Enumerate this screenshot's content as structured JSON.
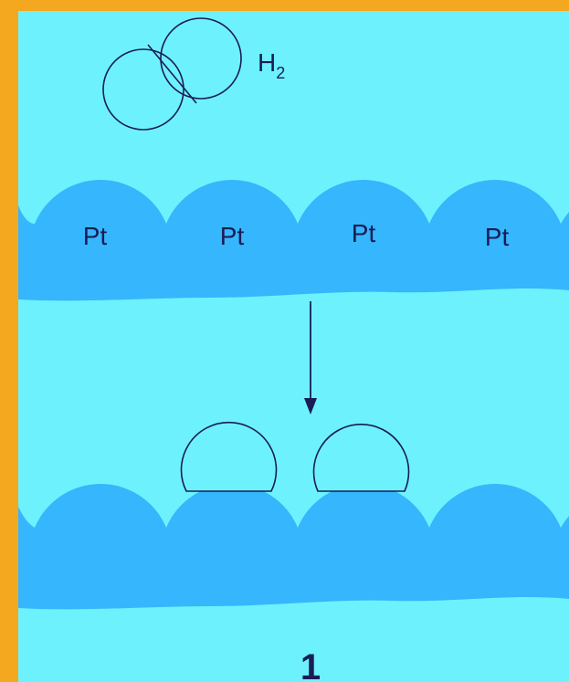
{
  "colors": {
    "frame": "#f4a81f",
    "background": "#6df2fd",
    "metal": "#35b6fd",
    "ink": "#1a1c55"
  },
  "top_panel": {
    "molecule_label_main": "H",
    "molecule_label_sub": "2",
    "surface_atoms": [
      "Pt",
      "Pt",
      "Pt",
      "Pt"
    ]
  },
  "step_number": "1"
}
